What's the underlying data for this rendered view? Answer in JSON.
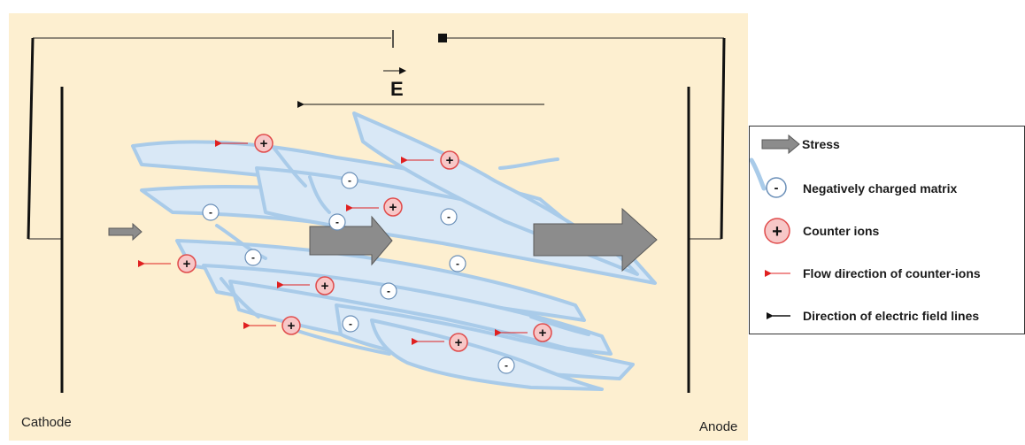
{
  "labels": {
    "cathode": "Cathode",
    "anode": "Anode",
    "field": "E"
  },
  "legend": {
    "stress": "Stress",
    "matrix": "Negatively charged matrix",
    "counter_ions": "Counter ions",
    "flow": "Flow direction of counter-ions",
    "field_lines": "Direction of electric field lines"
  },
  "symbols": {
    "negative": "-",
    "positive": "+"
  },
  "colors": {
    "background": "#fdefd0",
    "fiber_fill": "#d9e8f6",
    "fiber_edge": "#a9cbe9",
    "ion_fill": "#f7c7c7",
    "ion_stroke": "#e04b4b",
    "flow_arrow": "#e02020",
    "stress_arrow": "#8c8c8c"
  }
}
